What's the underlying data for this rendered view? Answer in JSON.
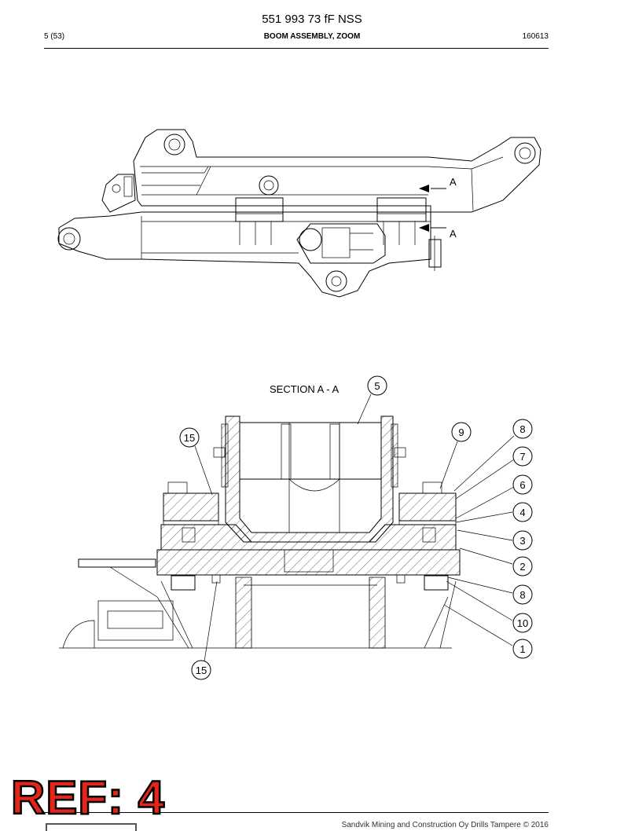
{
  "header": {
    "doc_number": "551 993 73 fF NSS",
    "page": "5 (53)",
    "title": "BOOM ASSEMBLY, ZOOM",
    "date": "160613"
  },
  "drawing": {
    "section_marker": "A",
    "section_title": "SECTION A - A",
    "callouts": [
      "5",
      "15",
      "9",
      "8",
      "7",
      "6",
      "4",
      "3",
      "2",
      "8",
      "10",
      "1",
      "15"
    ]
  },
  "footer": {
    "copyright": "Sandvik Mining and Construction Oy Drills Tampere © 2016"
  },
  "stamp": {
    "text": "REF: 4",
    "color": "#e32619"
  }
}
